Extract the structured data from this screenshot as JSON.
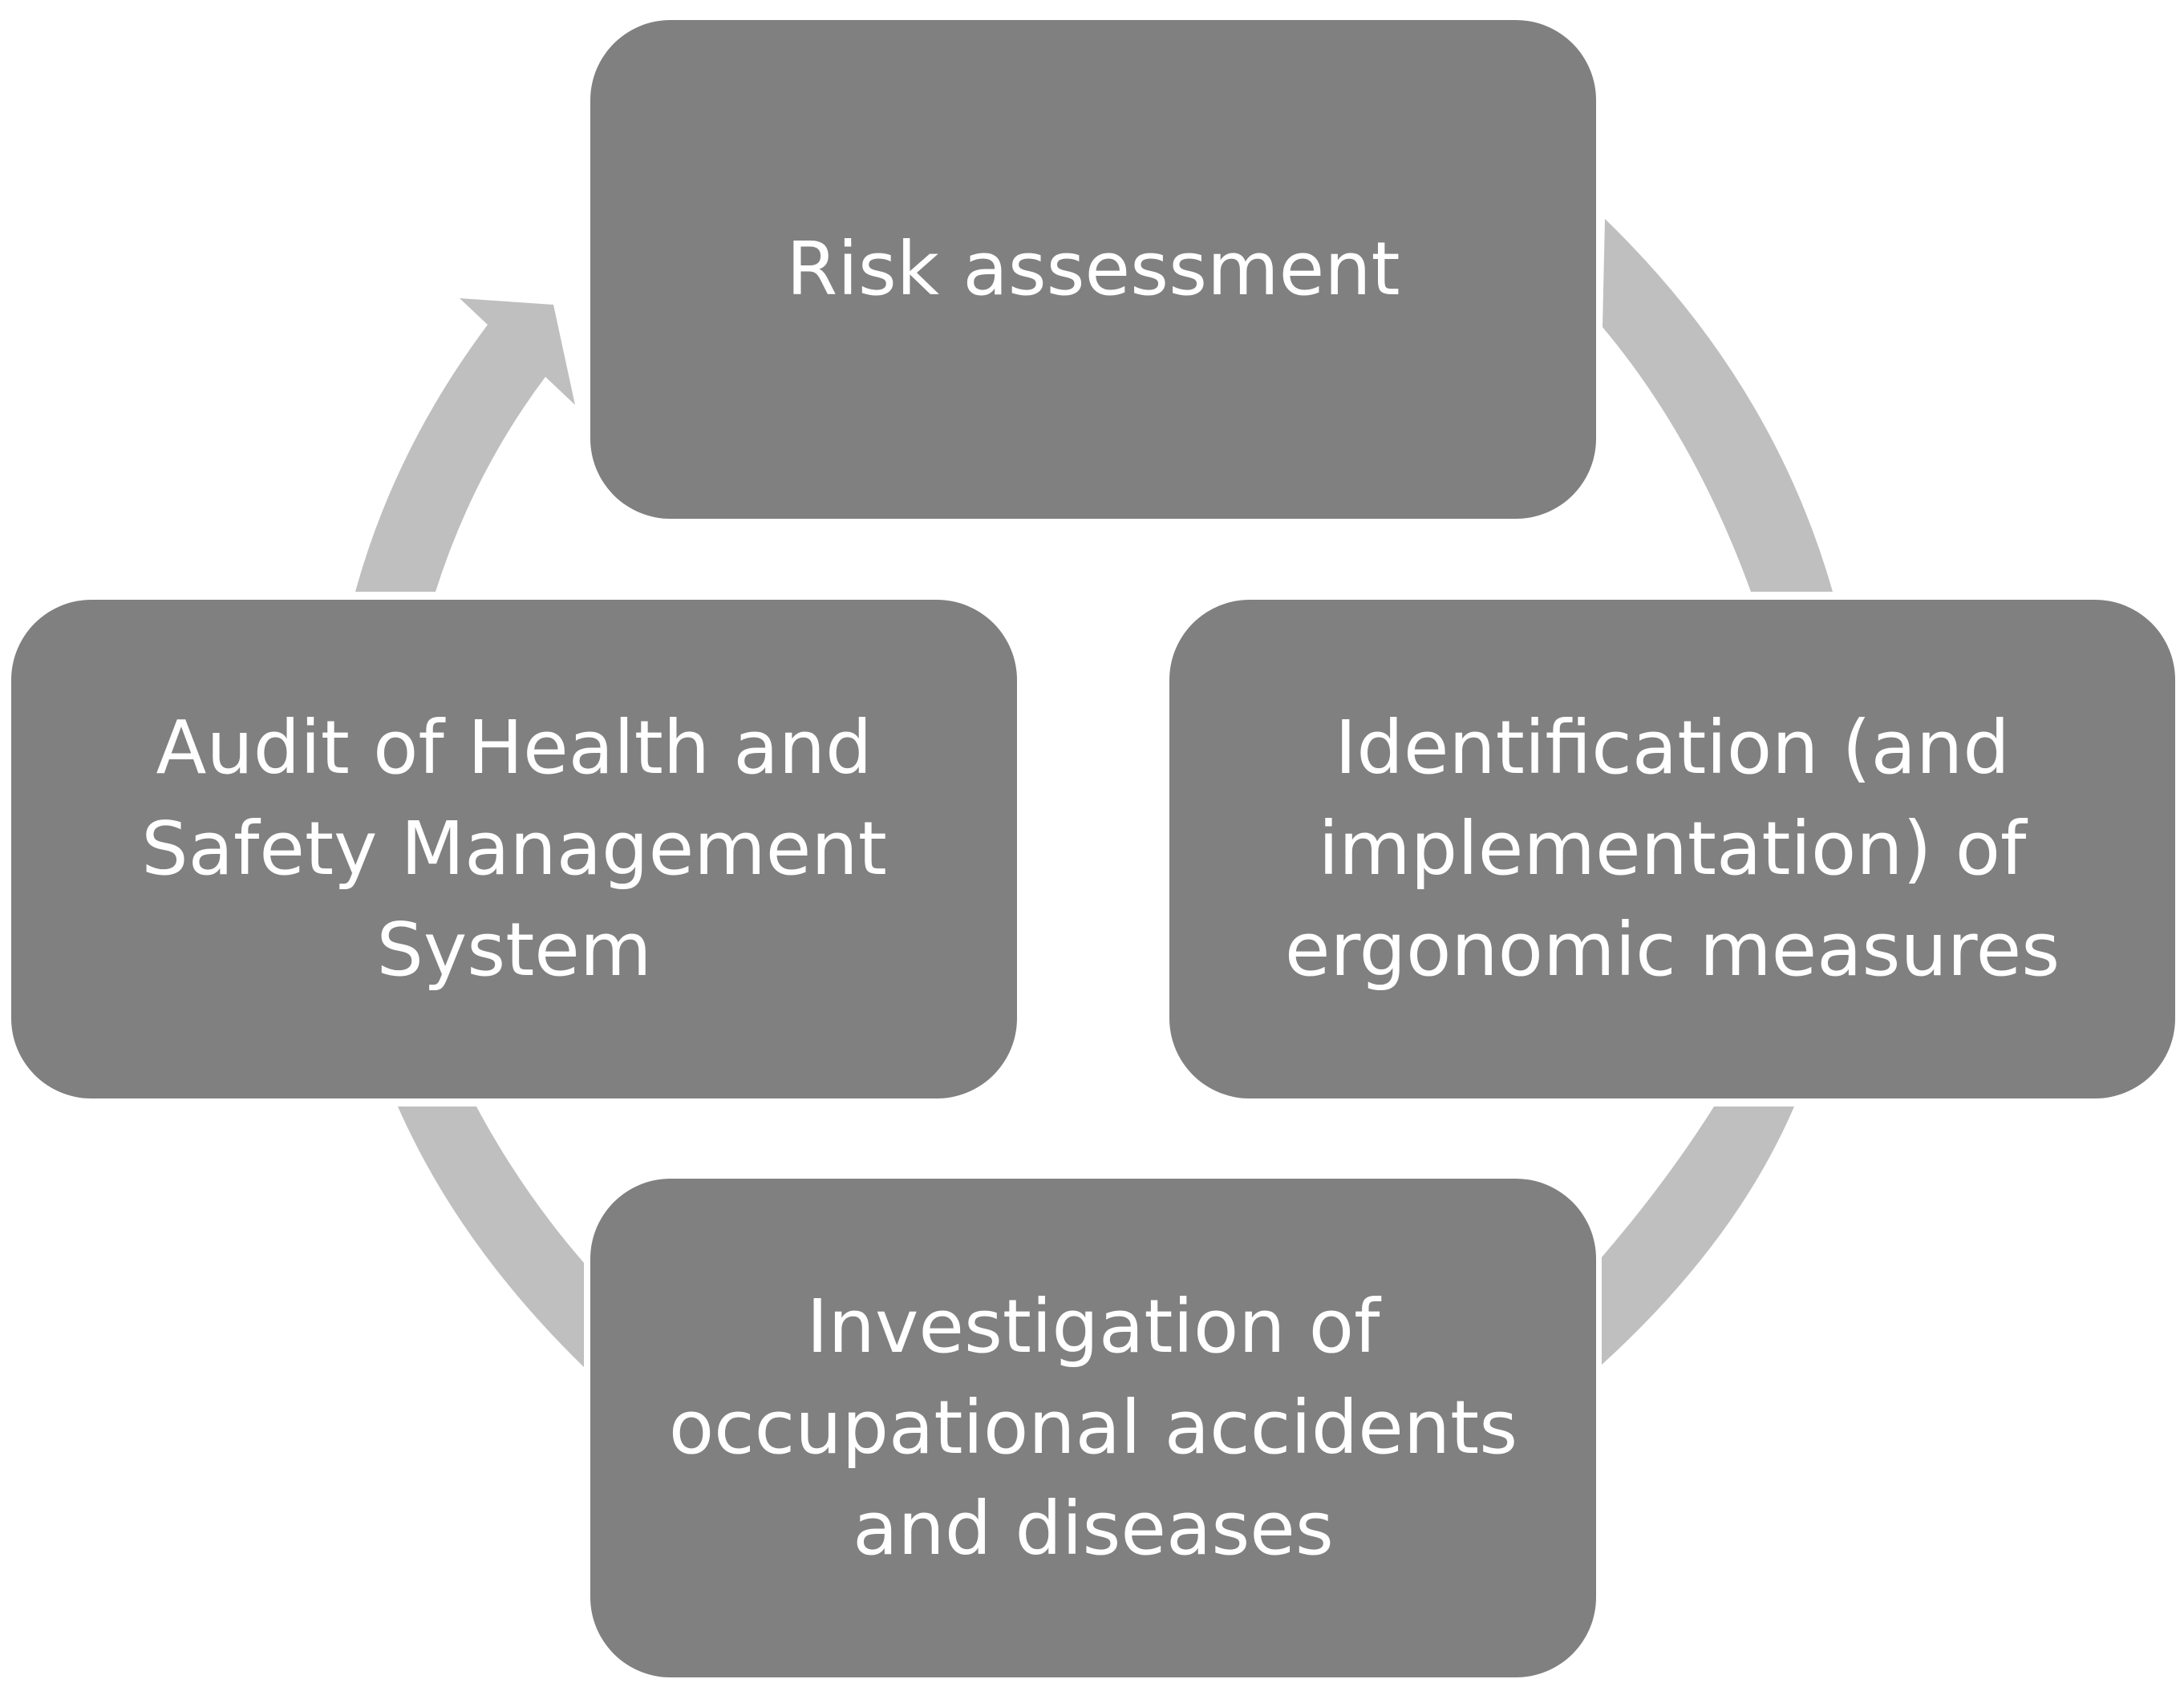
{
  "colors": {
    "node_fill": "#808080",
    "node_text": "#ffffff",
    "arrow_fill": "#bfbfbf",
    "background": "#ffffff"
  },
  "nodes": [
    {
      "id": "risk",
      "label": "Risk assessment"
    },
    {
      "id": "identification",
      "label": "Identification (and\nimplementation) of\nergonomic measures"
    },
    {
      "id": "investigation",
      "label": "Investigation of\noccupational accidents\nand diseases"
    },
    {
      "id": "audit",
      "label": "Audit of Health and\nSafety Management\nSystem"
    }
  ],
  "edges": [
    {
      "from": "risk",
      "to": "identification"
    },
    {
      "from": "identification",
      "to": "investigation"
    },
    {
      "from": "investigation",
      "to": "audit"
    },
    {
      "from": "audit",
      "to": "risk",
      "arrowhead": true
    }
  ]
}
